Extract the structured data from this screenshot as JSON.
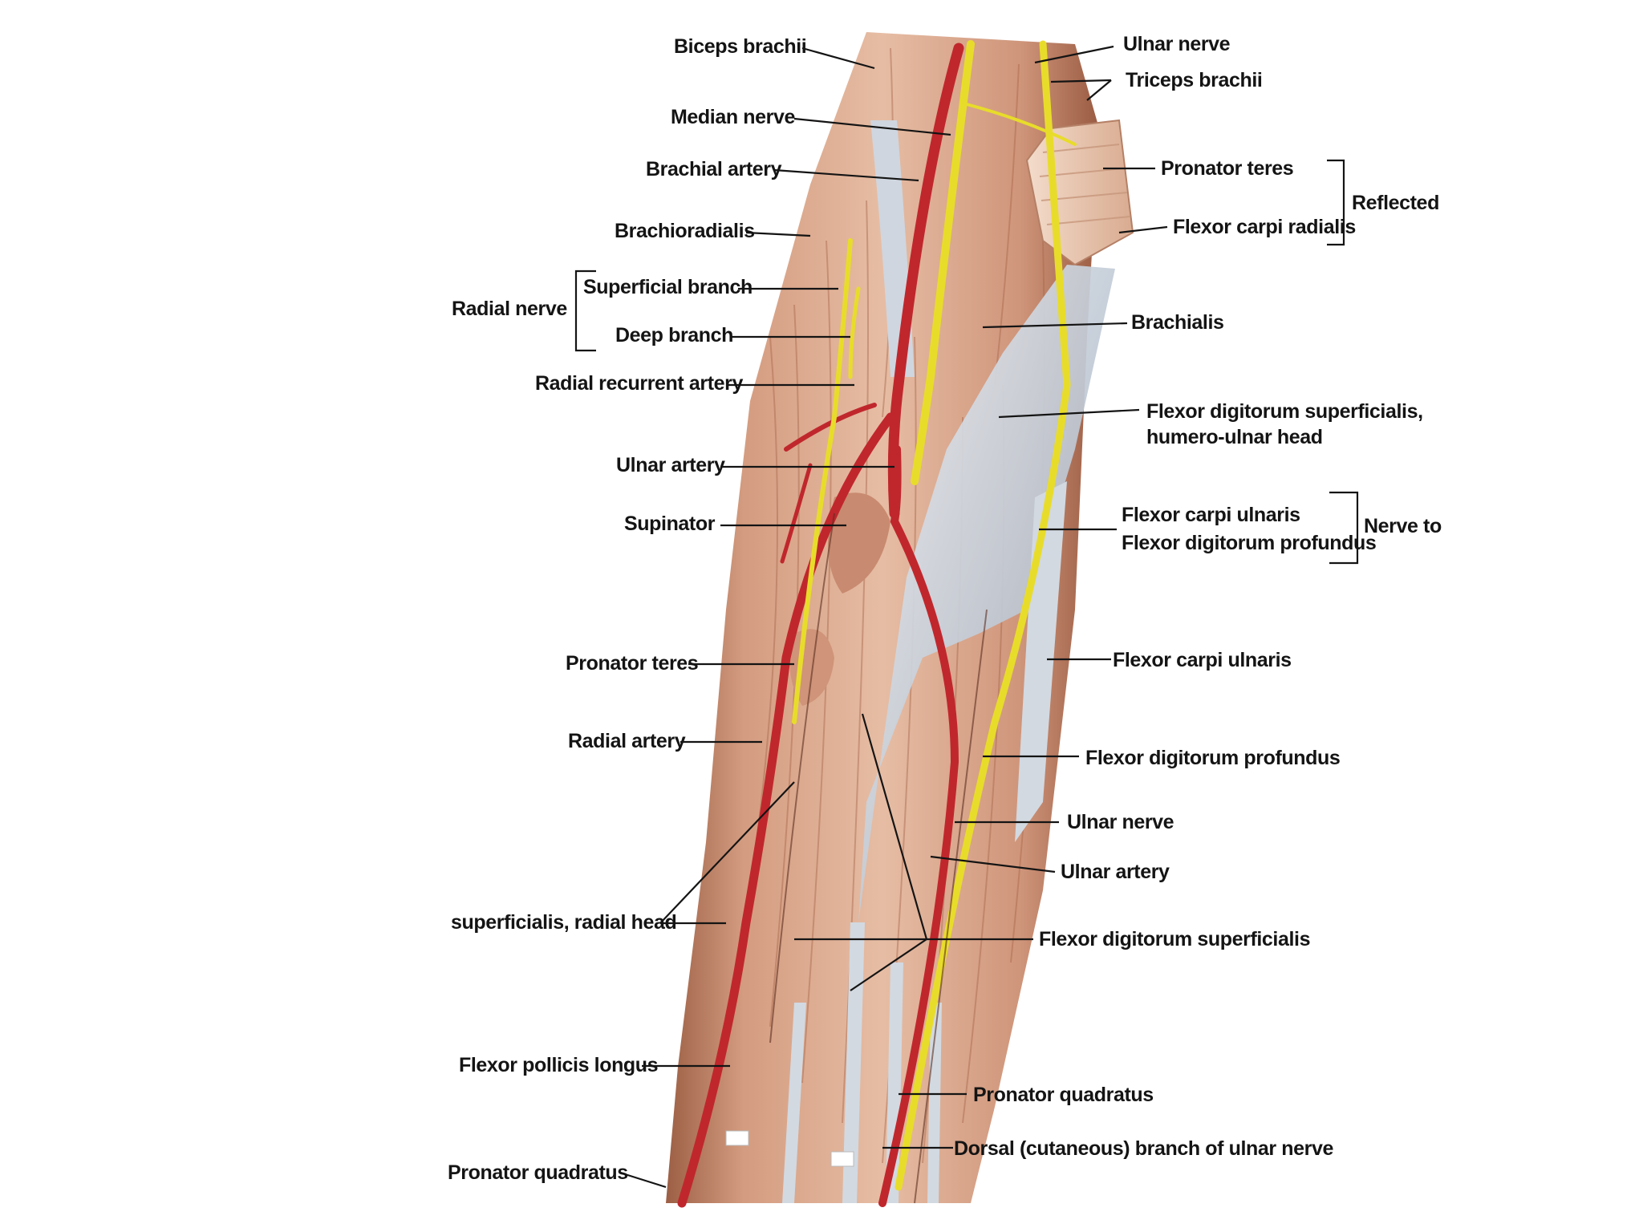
{
  "labels": {
    "biceps_brachii": "Biceps brachii",
    "median_nerve": "Median nerve",
    "brachial_artery": "Brachial artery",
    "brachioradialis": "Brachioradialis",
    "radial_nerve": "Radial nerve",
    "superficial_branch": "Superficial branch",
    "deep_branch": "Deep branch",
    "radial_recurrent_artery": "Radial recurrent artery",
    "ulnar_artery_upper": "Ulnar artery",
    "supinator": "Supinator",
    "pronator_teres_left": "Pronator teres",
    "radial_artery": "Radial artery",
    "fds_radial_head": "superficialis, radial head",
    "flexor_pollicis_longus": "Flexor pollicis longus",
    "pronator_quadratus_left": "Pronator quadratus",
    "ulnar_nerve_top": "Ulnar nerve",
    "triceps_brachii": "Triceps brachii",
    "pronator_teres_right": "Pronator teres",
    "flexor_carpi_radialis": "Flexor carpi radialis",
    "reflected": "Reflected",
    "brachialis": "Brachialis",
    "fds_humero_ulnar_1": "Flexor digitorum superficialis,",
    "fds_humero_ulnar_2": "humero-ulnar head",
    "nerve_to_fcu": "Flexor carpi ulnaris",
    "nerve_to_fdp": "Flexor digitorum profundus",
    "nerve_to": "Nerve to",
    "flexor_carpi_ulnaris": "Flexor carpi ulnaris",
    "flexor_digitorum_profundus": "Flexor digitorum profundus",
    "ulnar_nerve_lower": "Ulnar nerve",
    "ulnar_artery_lower": "Ulnar artery",
    "flexor_digitorum_superficialis": "Flexor digitorum superficialis",
    "pronator_quadratus_right": "Pronator quadratus",
    "dorsal_branch_ulnar_nerve": "Dorsal (cutaneous) branch of ulnar nerve"
  },
  "colors": {
    "muscle": "#d8a88c",
    "muscle_dark": "#b37558",
    "artery": "#c0272d",
    "nerve": "#e8dc2a",
    "tendon": "#c9d2dc",
    "background": "#ffffff"
  }
}
